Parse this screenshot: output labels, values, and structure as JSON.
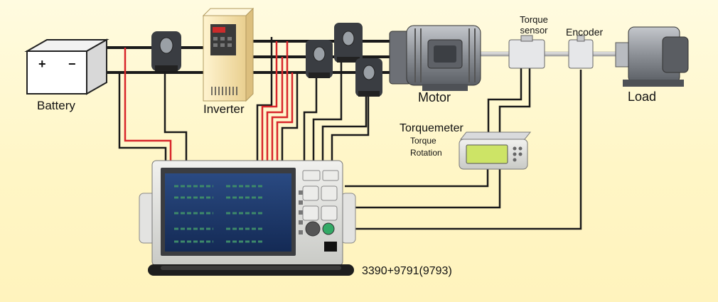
{
  "labels": {
    "battery": "Battery",
    "battery_plus": "+",
    "battery_minus": "−",
    "inverter": "Inverter",
    "motor": "Motor",
    "load": "Load",
    "torque_sensor": "Torque sensor",
    "encoder": "Encoder",
    "torquemeter": "Torquemeter",
    "torque": "Torque",
    "rotation": "Rotation",
    "model": "3390+9791(9793)"
  },
  "colors": {
    "background": "#fff6c6",
    "wire_black": "#111111",
    "wire_red": "#d8262b",
    "analyzer_screen": "#1f3c6e",
    "inverter_body": "#f7e6b5",
    "motor_body": "#8a8d92"
  }
}
